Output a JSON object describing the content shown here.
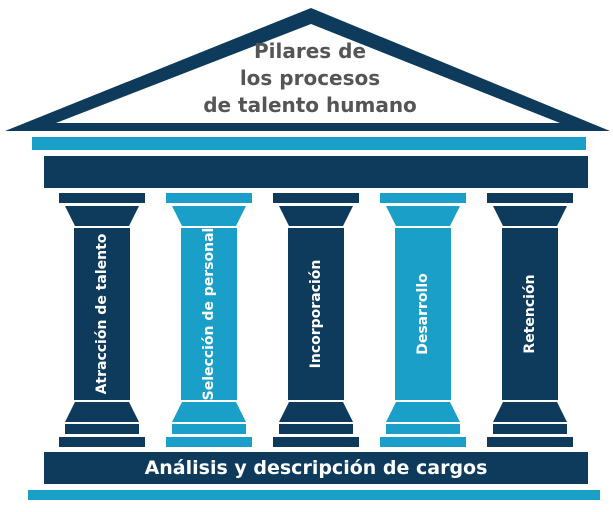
{
  "roof": {
    "title_lines": [
      "Pilares de",
      "los procesos",
      "de talento humano"
    ]
  },
  "pillars": [
    {
      "label": "Atracción de talento",
      "color": "#0e3a5c"
    },
    {
      "label": "Selección de personal",
      "color": "#1aa0c8"
    },
    {
      "label": "Incorporación",
      "color": "#0e3a5c"
    },
    {
      "label": "Desarrollo",
      "color": "#1aa0c8"
    },
    {
      "label": "Retención",
      "color": "#0e3a5c"
    }
  ],
  "base": {
    "label": "Análisis y descripción de cargos"
  },
  "colors": {
    "dark": "#0e3a5c",
    "light": "#1aa0c8",
    "roof_text": "#555555"
  }
}
